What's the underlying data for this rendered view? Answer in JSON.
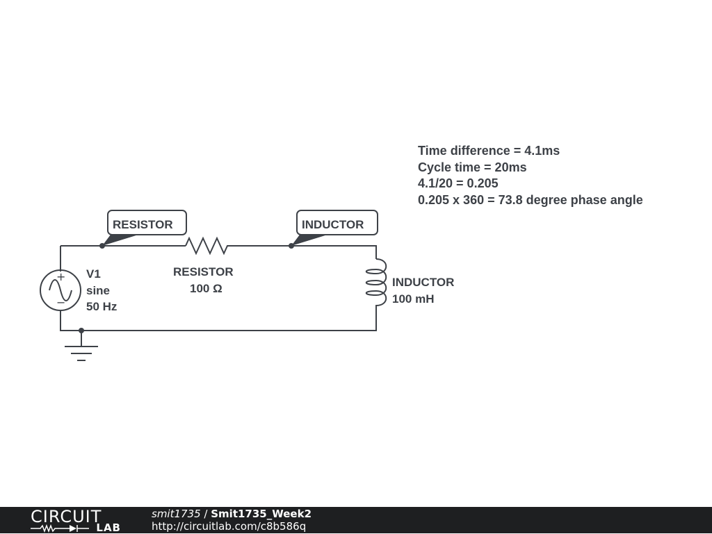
{
  "notes": {
    "line1": "Time difference = 4.1ms",
    "line2": "Cycle time = 20ms",
    "line3": "4.1/20 = 0.205",
    "line4": "0.205 x 360 = 73.8 degree phase angle"
  },
  "probes": {
    "resistor": "RESISTOR",
    "inductor": "INDUCTOR"
  },
  "components": {
    "source": {
      "name": "V1",
      "type": "sine",
      "frequency": "50 Hz"
    },
    "resistor": {
      "name": "RESISTOR",
      "value": "100 Ω"
    },
    "inductor": {
      "name": "INDUCTOR",
      "value": "100 mH"
    },
    "source_plus": "+",
    "source_minus": "−"
  },
  "footer": {
    "logo_top": "CIRCUIT",
    "logo_bottom": "LAB",
    "user": "smit1735",
    "separator": " / ",
    "title": "Smit1735_Week2",
    "url": "http://circuitlab.com/c8b586q"
  },
  "colors": {
    "ink": "#3d4147",
    "footer_bg": "#1e1f21",
    "footer_text": "#ffffff"
  }
}
